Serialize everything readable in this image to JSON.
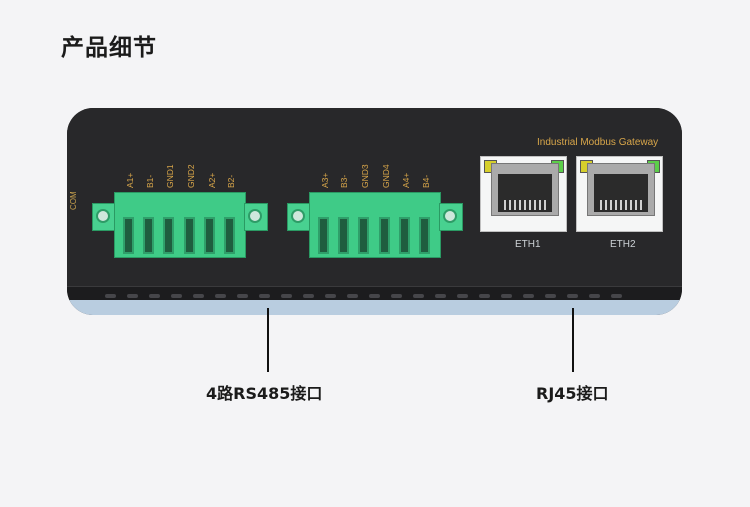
{
  "title": "产品细节",
  "device": {
    "brand": "Industrial Modbus Gateway",
    "com_label": "COM",
    "connector_left_pins": [
      "A1+",
      "B1-",
      "GND1",
      "GND2",
      "A2+",
      "B2-"
    ],
    "connector_right_pins": [
      "A3+",
      "B3-",
      "GND3",
      "GND4",
      "A4+",
      "B4-"
    ],
    "eth1": "ETH1",
    "eth2": "ETH2"
  },
  "callouts": {
    "rs485": "4路RS485接口",
    "rj45": "RJ45接口"
  },
  "colors": {
    "connector_green": "#3fcb87",
    "device_body": "#28282a",
    "silkscreen": "#d8a64a"
  }
}
